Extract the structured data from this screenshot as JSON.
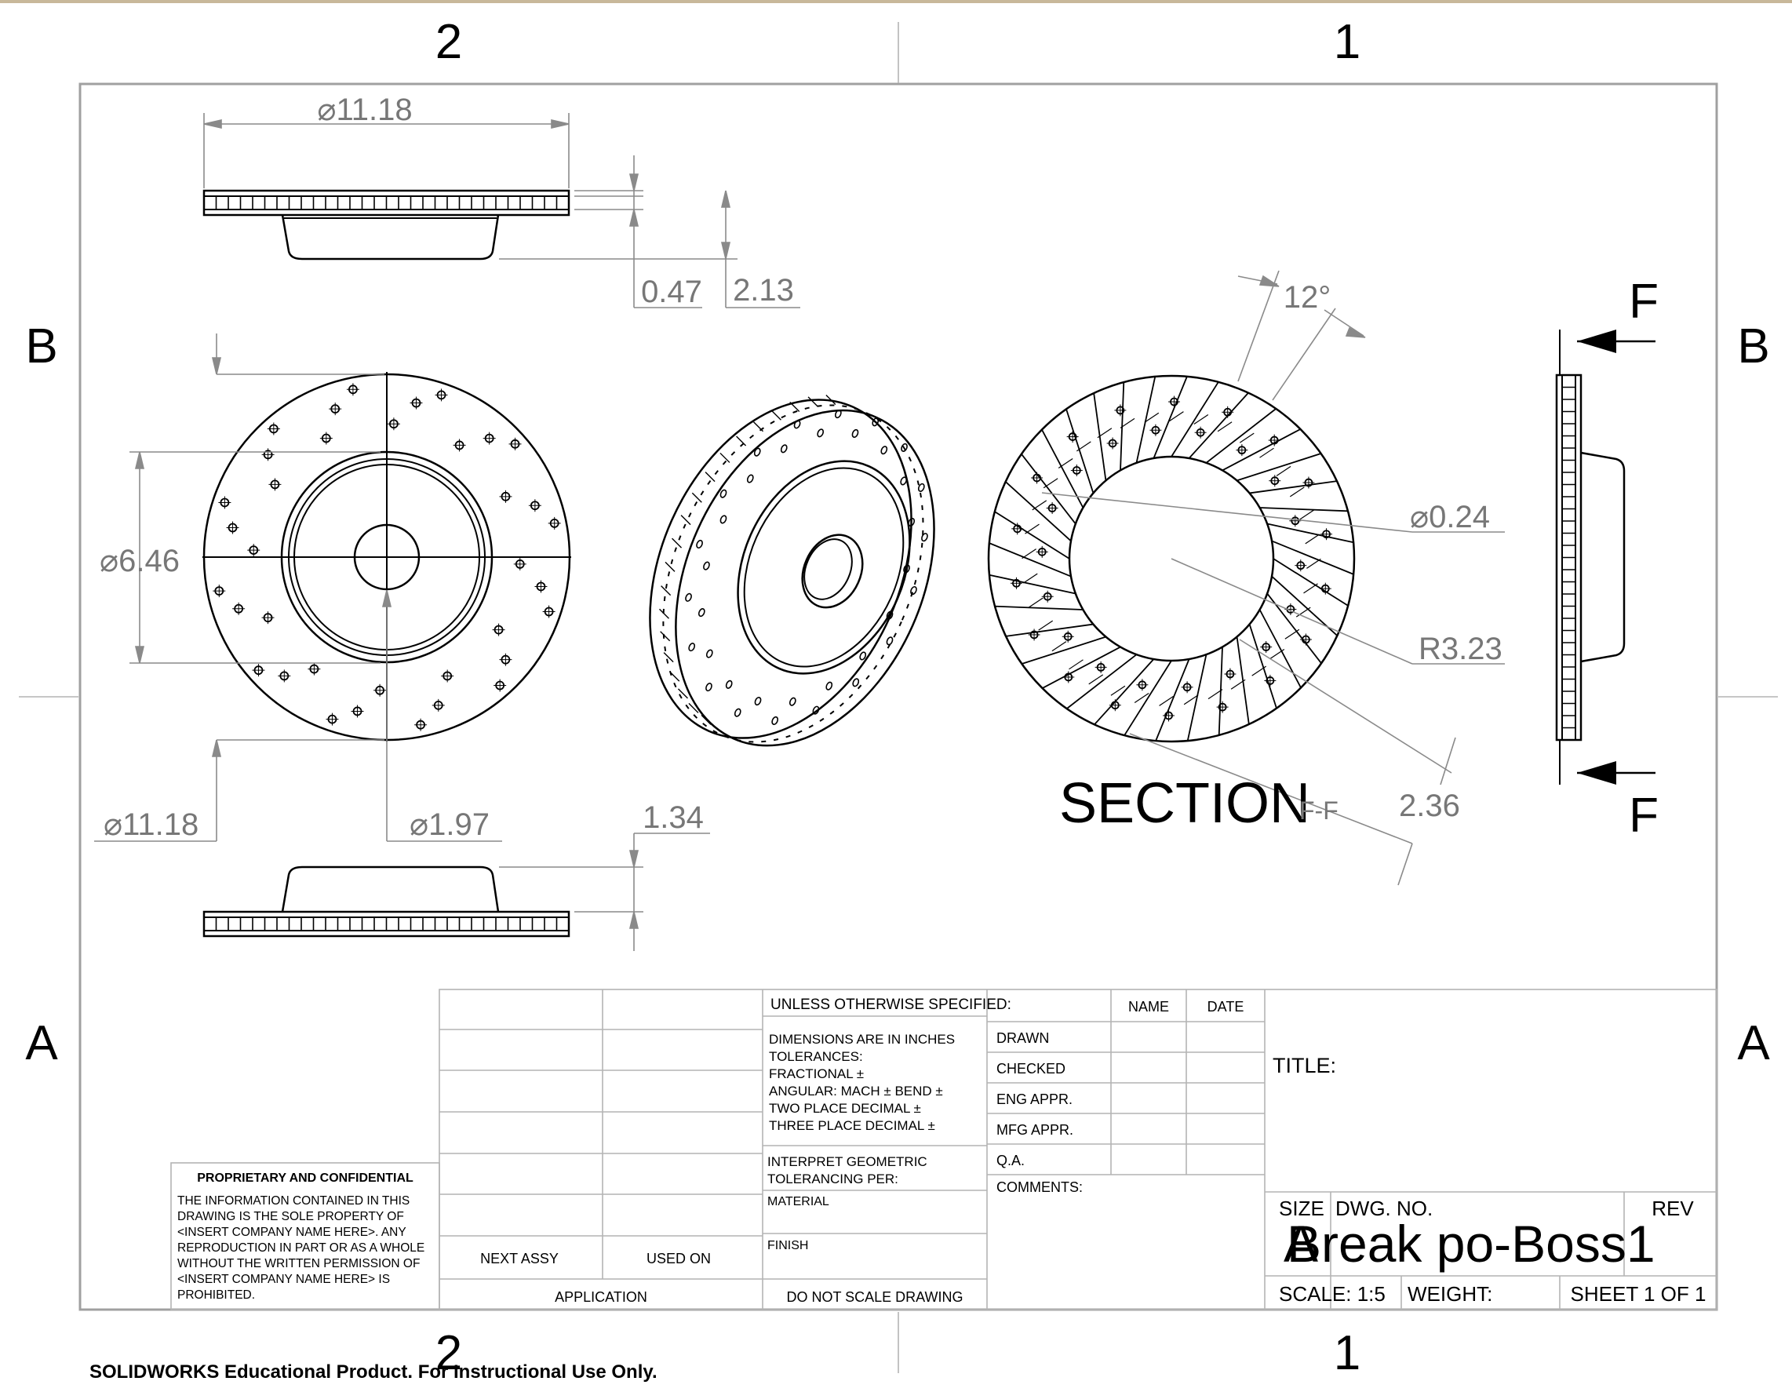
{
  "zones": {
    "top_left": "2",
    "top_right": "1",
    "bottom_left": "2",
    "bottom_right": "1",
    "left_upper": "B",
    "left_lower": "A",
    "right_upper": "B",
    "right_lower": "A"
  },
  "dimensions": {
    "top_width": "⌀11.18",
    "thickness": "0.47",
    "height": "2.13",
    "hub_dia": "⌀6.46",
    "outer_dia": "⌀11.18",
    "bore_dia": "⌀1.97",
    "bottom_height": "1.34",
    "angle": "12°",
    "hole_dia": "⌀0.24",
    "radius": "R3.23",
    "ring_width": "2.36"
  },
  "section": {
    "title": "SECTION",
    "id": "F-F",
    "arrow_label_top": "F",
    "arrow_label_bottom": "F"
  },
  "title_block": {
    "tolerance_header": "UNLESS OTHERWISE SPECIFIED:",
    "tolerance_lines": [
      "DIMENSIONS ARE IN INCHES",
      "TOLERANCES:",
      "FRACTIONAL ±",
      "ANGULAR: MACH ±    BEND ±",
      "TWO PLACE DECIMAL    ±",
      "THREE PLACE DECIMAL   ±"
    ],
    "interpret_lines": [
      "INTERPRET GEOMETRIC",
      "TOLERANCING PER:"
    ],
    "material": "MATERIAL",
    "finish": "FINISH",
    "do_not_scale": "DO NOT SCALE DRAWING",
    "next_assy": "NEXT ASSY",
    "used_on": "USED ON",
    "application": "APPLICATION",
    "col_name": "NAME",
    "col_date": "DATE",
    "rows": [
      "DRAWN",
      "CHECKED",
      "ENG APPR.",
      "MFG APPR.",
      "Q.A."
    ],
    "comments": "COMMENTS:",
    "title_label": "TITLE:",
    "size_label": "SIZE",
    "size_value": "A",
    "dwg_no_label": "DWG.  NO.",
    "dwg_no_value": "Break po-Boss1",
    "rev_label": "REV",
    "scale": "SCALE: 1:5",
    "weight": "WEIGHT:",
    "sheet": "SHEET 1 OF 1"
  },
  "proprietary": {
    "header": "PROPRIETARY AND CONFIDENTIAL",
    "lines": [
      "THE INFORMATION CONTAINED IN THIS",
      "DRAWING IS THE SOLE PROPERTY OF",
      "<INSERT COMPANY NAME HERE>.  ANY",
      "REPRODUCTION IN PART OR AS A WHOLE",
      "WITHOUT THE WRITTEN PERMISSION OF",
      "<INSERT COMPANY NAME HERE> IS",
      "PROHIBITED."
    ]
  },
  "footer": {
    "watermark": "SOLIDWORKS Educational Product. For Instructional Use Only."
  }
}
